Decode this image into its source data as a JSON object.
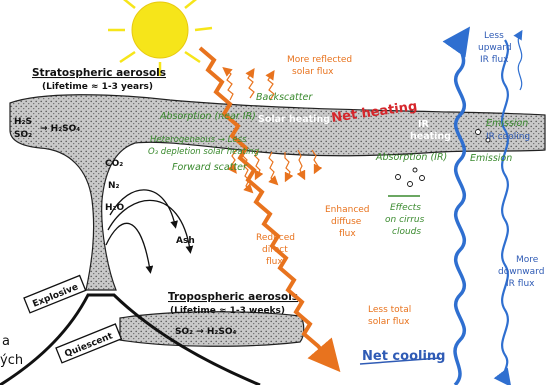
{
  "diagram": {
    "stratospheric_title": "Stratospheric aerosols",
    "stratospheric_lifetime": "(Lifetime ≈ 1-3 years)",
    "tropospheric_title": "Tropospheric aerosols",
    "tropospheric_lifetime": "(Lifetime ≈ 1-3 weeks)",
    "h2s": "H₂S",
    "so2_strat": "SO₂",
    "h2so4_strat": "→ H₂SO₄",
    "co2": "CO₂",
    "n2": "N₂",
    "h2o": "H₂O",
    "ash": "Ash",
    "explosive": "Explosive",
    "quiescent": "Quiescent",
    "tropo_reaction": "SO₂ → H₂SO₄",
    "more_reflected_1": "More reflected",
    "more_reflected_2": "solar flux",
    "backscatter": "Backscatter",
    "absorption_near_ir": "Absorption (near IR)",
    "solar_heating": "Solar heating",
    "net_heating": "Net heating",
    "ir_heating_1": "IR",
    "ir_heating_2": "heating",
    "heterogeneous_1": "Heterogeneous → Less",
    "heterogeneous_2": "O₃ depletion   solar heating",
    "forward_scatter": "Forward scatter",
    "absorption_ir": "Absorption (IR)",
    "emission_right": "Emission",
    "emission_top": "Emission",
    "ir_cooling": "IR cooling",
    "less_upward_1": "Less",
    "less_upward_2": "upward",
    "less_upward_3": "IR flux",
    "enhanced_diffuse_1": "Enhanced",
    "enhanced_diffuse_2": "diffuse",
    "enhanced_diffuse_3": "flux",
    "effects_cirrus_1": "Effects",
    "effects_cirrus_2": "on cirrus",
    "effects_cirrus_3": "clouds",
    "reduced_direct_1": "Reduced",
    "reduced_direct_2": "direct",
    "reduced_direct_3": "flux",
    "less_total_1": "Less total",
    "less_total_2": "solar flux",
    "more_downward_1": "More",
    "more_downward_2": "downward",
    "more_downward_3": "IR flux",
    "net_cooling": "Net cooling",
    "edge_text_1": "a",
    "edge_text_2": "ých"
  },
  "colors": {
    "sun": "#f6e51a",
    "solar_arrow": "#e8731e",
    "ir_arrow": "#2f6fd0",
    "plume_fill": "#c9c9c9",
    "net_heating_text": "#d6262b",
    "label_green": "#3a8a2e"
  }
}
